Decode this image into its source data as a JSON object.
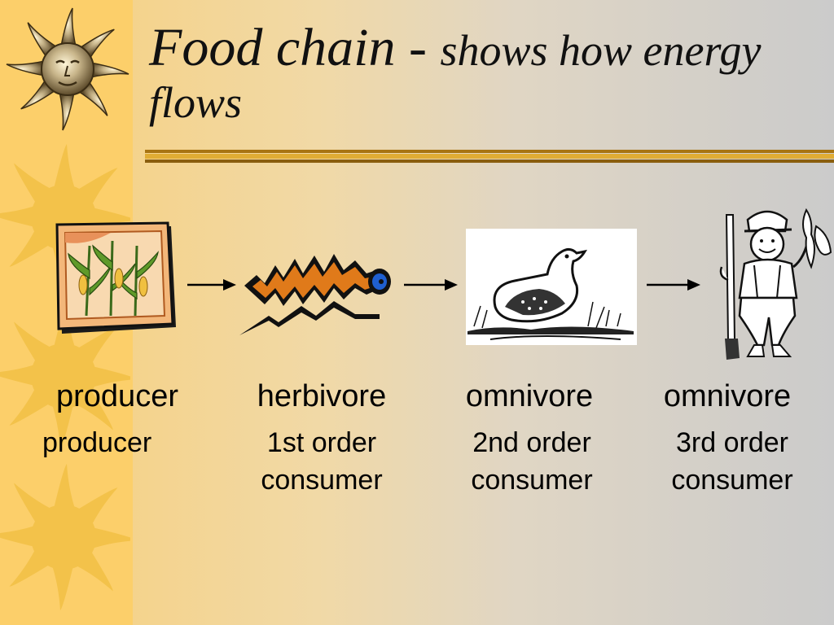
{
  "slide": {
    "title_main": "Food chain - ",
    "title_sub": "shows how energy flows"
  },
  "chain": [
    {
      "role": "producer",
      "order": "producer",
      "order2": "",
      "image": "corn-plant-icon"
    },
    {
      "role": "herbivore",
      "order": "1st order",
      "order2": "consumer",
      "image": "caterpillar-icon"
    },
    {
      "role": "omnivore",
      "order": "2nd order",
      "order2": "consumer",
      "image": "duck-icon"
    },
    {
      "role": "omnivore",
      "order": "3rd order",
      "order2": "consumer",
      "image": "hunter-icon"
    }
  ],
  "colors": {
    "sidebar": "#fccf6a",
    "sun": "#f3c24a",
    "rule": "#c8941a",
    "title_text": "#111111"
  }
}
